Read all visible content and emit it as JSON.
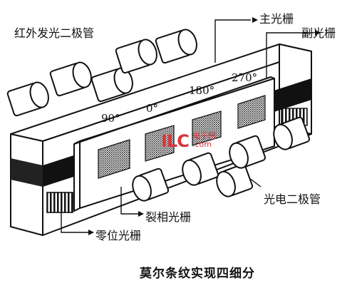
{
  "labels": {
    "ir_diodes": "红外发光二极管",
    "main_grating": "主光栅",
    "sub_grating": "副光栅",
    "split_grating": "裂相光栅",
    "zero_grating": "零位光栅",
    "photodiodes": "光电二极管"
  },
  "angles": [
    "90°",
    "0°",
    "180°",
    "270°"
  ],
  "caption": "莫尔条纹实现四细分",
  "watermark": {
    "logo": "ILC",
    "top": "电子网",
    "bottom": ".com"
  },
  "colors": {
    "line": "#111111",
    "hatch": "#333333",
    "watermark": "#d9343a"
  }
}
